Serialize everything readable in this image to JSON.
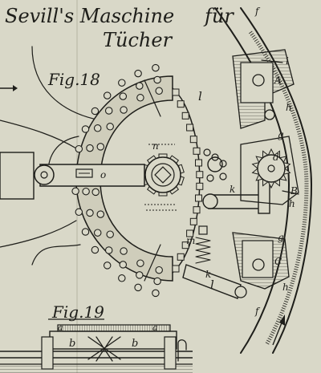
{
  "title": {
    "line1_part1": "Sevill's Maschine",
    "line1_part2": "für",
    "line2": "Tücher"
  },
  "figures": [
    {
      "label": "Fig.18"
    },
    {
      "label": "Fig.19"
    }
  ],
  "letters": {
    "f_top": "f",
    "f_bottom": "f",
    "l_upper": "l",
    "l_lower": "l",
    "o": "o",
    "n": "n",
    "m": "m",
    "k_upper": "k",
    "k_lower": "k",
    "d": "d",
    "g_upper": "g",
    "g_lower": "g",
    "h_upper": "h",
    "h_mid": "h",
    "h_lower": "h",
    "A": "A",
    "B": "B",
    "C": "C",
    "i": "i",
    "a_left": "a",
    "a_right": "a",
    "b_left": "b",
    "b_right": "b"
  },
  "colors": {
    "paper": "#d9d8c8",
    "ink": "#1e1e1a"
  }
}
